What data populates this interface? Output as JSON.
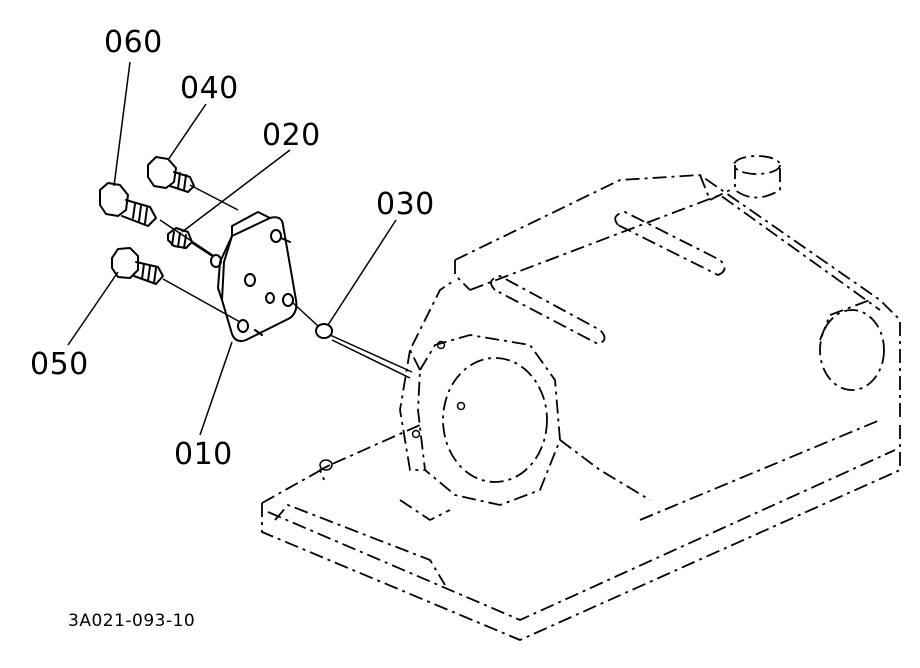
{
  "diagram": {
    "parts": [
      {
        "number": "060"
      },
      {
        "number": "040"
      },
      {
        "number": "020"
      },
      {
        "number": "030"
      },
      {
        "number": "050"
      },
      {
        "number": "010"
      }
    ],
    "reference_code": "3A021-093-10"
  }
}
